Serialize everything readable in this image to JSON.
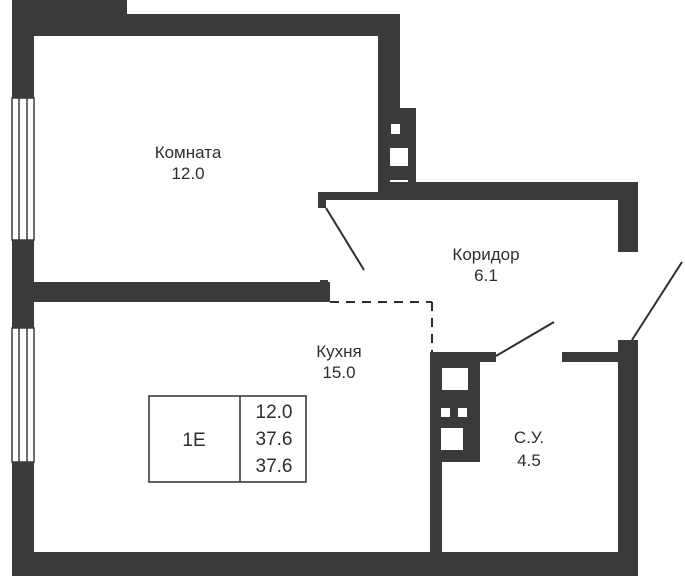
{
  "rooms": [
    {
      "id": "room",
      "name": "Комната",
      "area": "12.0"
    },
    {
      "id": "corridor",
      "name": "Коридор",
      "area": "6.1"
    },
    {
      "id": "kitchen",
      "name": "Кухня",
      "area": "15.0"
    },
    {
      "id": "bathroom",
      "name": "С.У.",
      "area": "4.5"
    }
  ],
  "summary": {
    "type": "1Е",
    "living_area": "12.0",
    "total_area": "37.6",
    "total_area_with_balcony": "37.6"
  },
  "colors": {
    "wall": "#3a3a3a",
    "background": "#ffffff",
    "text": "#2e2e2e"
  }
}
